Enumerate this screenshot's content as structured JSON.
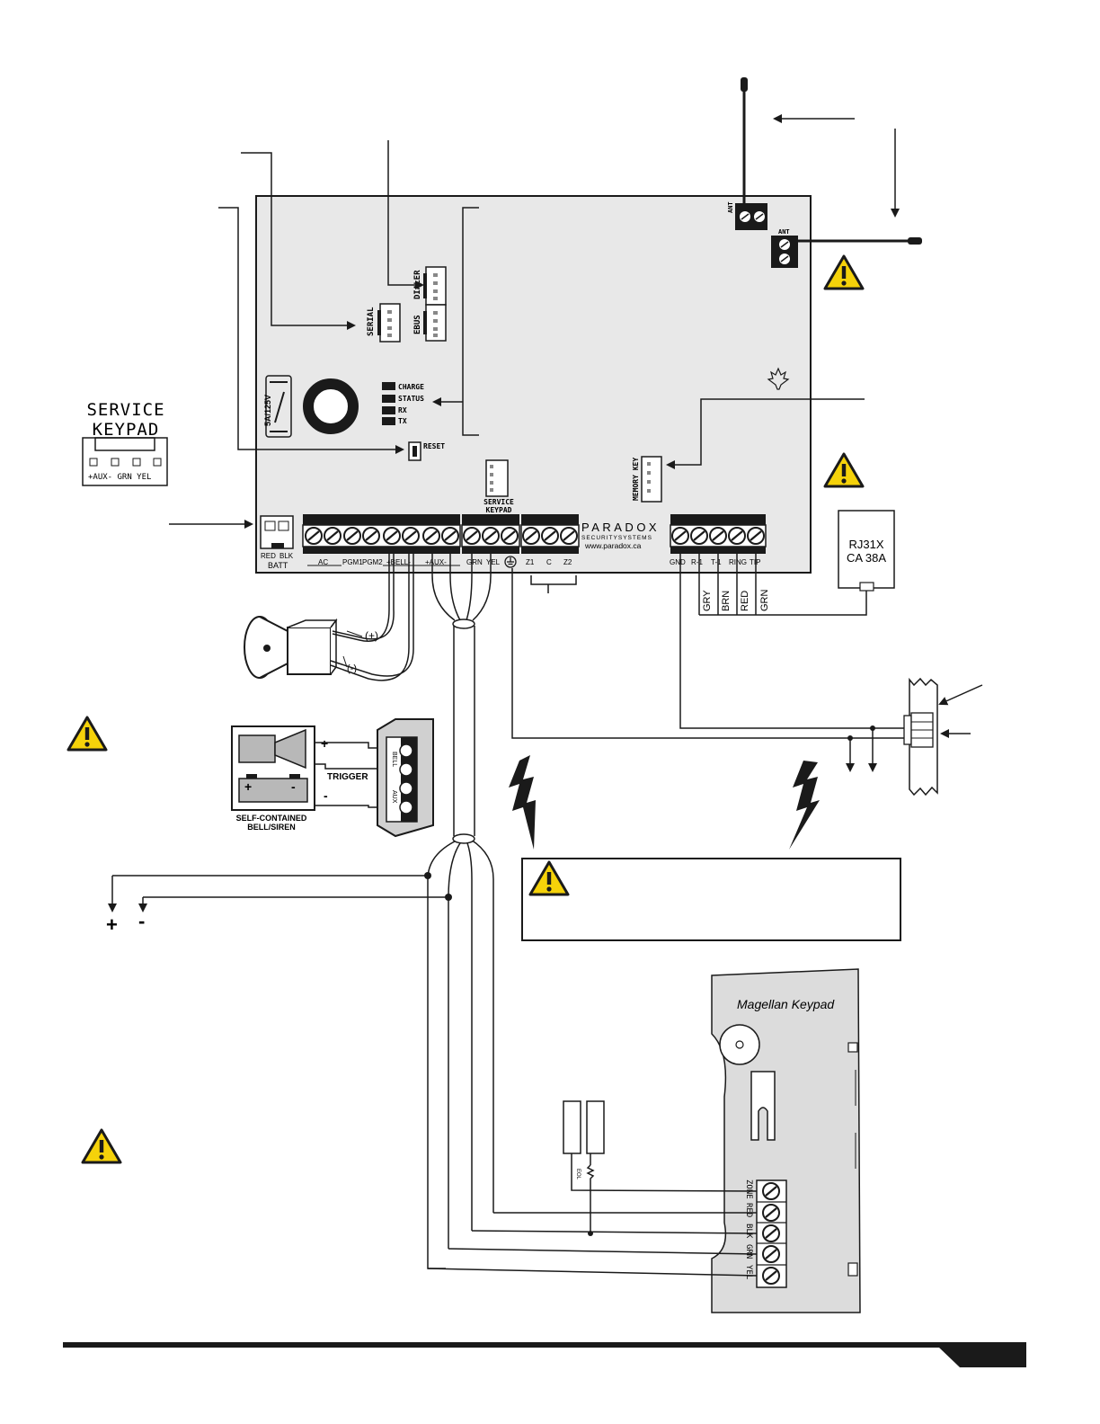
{
  "service_keypad_inset": {
    "title_line1": "SERVICE",
    "title_line2": "KEYPAD",
    "pins": "+AUX-  GRN YEL"
  },
  "board": {
    "connectors": {
      "serial": "SERIAL",
      "dialer": "DIALER",
      "ebus": "EBUS",
      "memory_key": "MEMORY KEY",
      "service_keypad_line1": "SERVICE",
      "service_keypad_line2": "KEYPAD",
      "ant_top": "ANT",
      "ant_right": "ANT"
    },
    "leds": [
      "CHARGE",
      "STATUS",
      "RX",
      "TX"
    ],
    "reset": "RESET",
    "fuse": "5A/125V",
    "brand": "PARADOX",
    "brand_sub": "SECURITYSYSTEMS",
    "url": "www.paradox.ca",
    "battery_labels": {
      "red": "RED",
      "blk": "BLK",
      "batt": "BATT"
    },
    "terminal_labels": [
      "AC",
      "PGM1",
      "PGM2",
      "+BELL-",
      "+AUX-",
      "GRN",
      "YEL",
      "Z1",
      "C",
      "Z2",
      "GND",
      "R-1",
      "T-1",
      "RING",
      "TIP"
    ]
  },
  "phone_jack": {
    "line1": "RJ31X",
    "line2": "CA 38A"
  },
  "phone_wires": [
    "GRY",
    "BRN",
    "RED",
    "GRN"
  ],
  "siren": {
    "plus": "(+)",
    "minus": "(-)"
  },
  "bell_siren": {
    "plus": "+",
    "minus": "-",
    "trigger": "TRIGGER",
    "caption_line1": "SELF-CONTAINED",
    "caption_line2": "BELL/SIREN",
    "terminals": [
      "BELL",
      "AUX"
    ]
  },
  "power": {
    "plus": "+",
    "minus": "-"
  },
  "eol": "EOL",
  "keypad": {
    "title": "Magellan Keypad",
    "terminal_labels": [
      "ZONE",
      "RED",
      "BLK",
      "GRN",
      "YEL"
    ]
  },
  "colors": {
    "line": "#1a1a1a",
    "board_fill": "#e8e8e8",
    "warning_fill": "#f5d20a",
    "panel_fill": "#dcdcdc"
  }
}
